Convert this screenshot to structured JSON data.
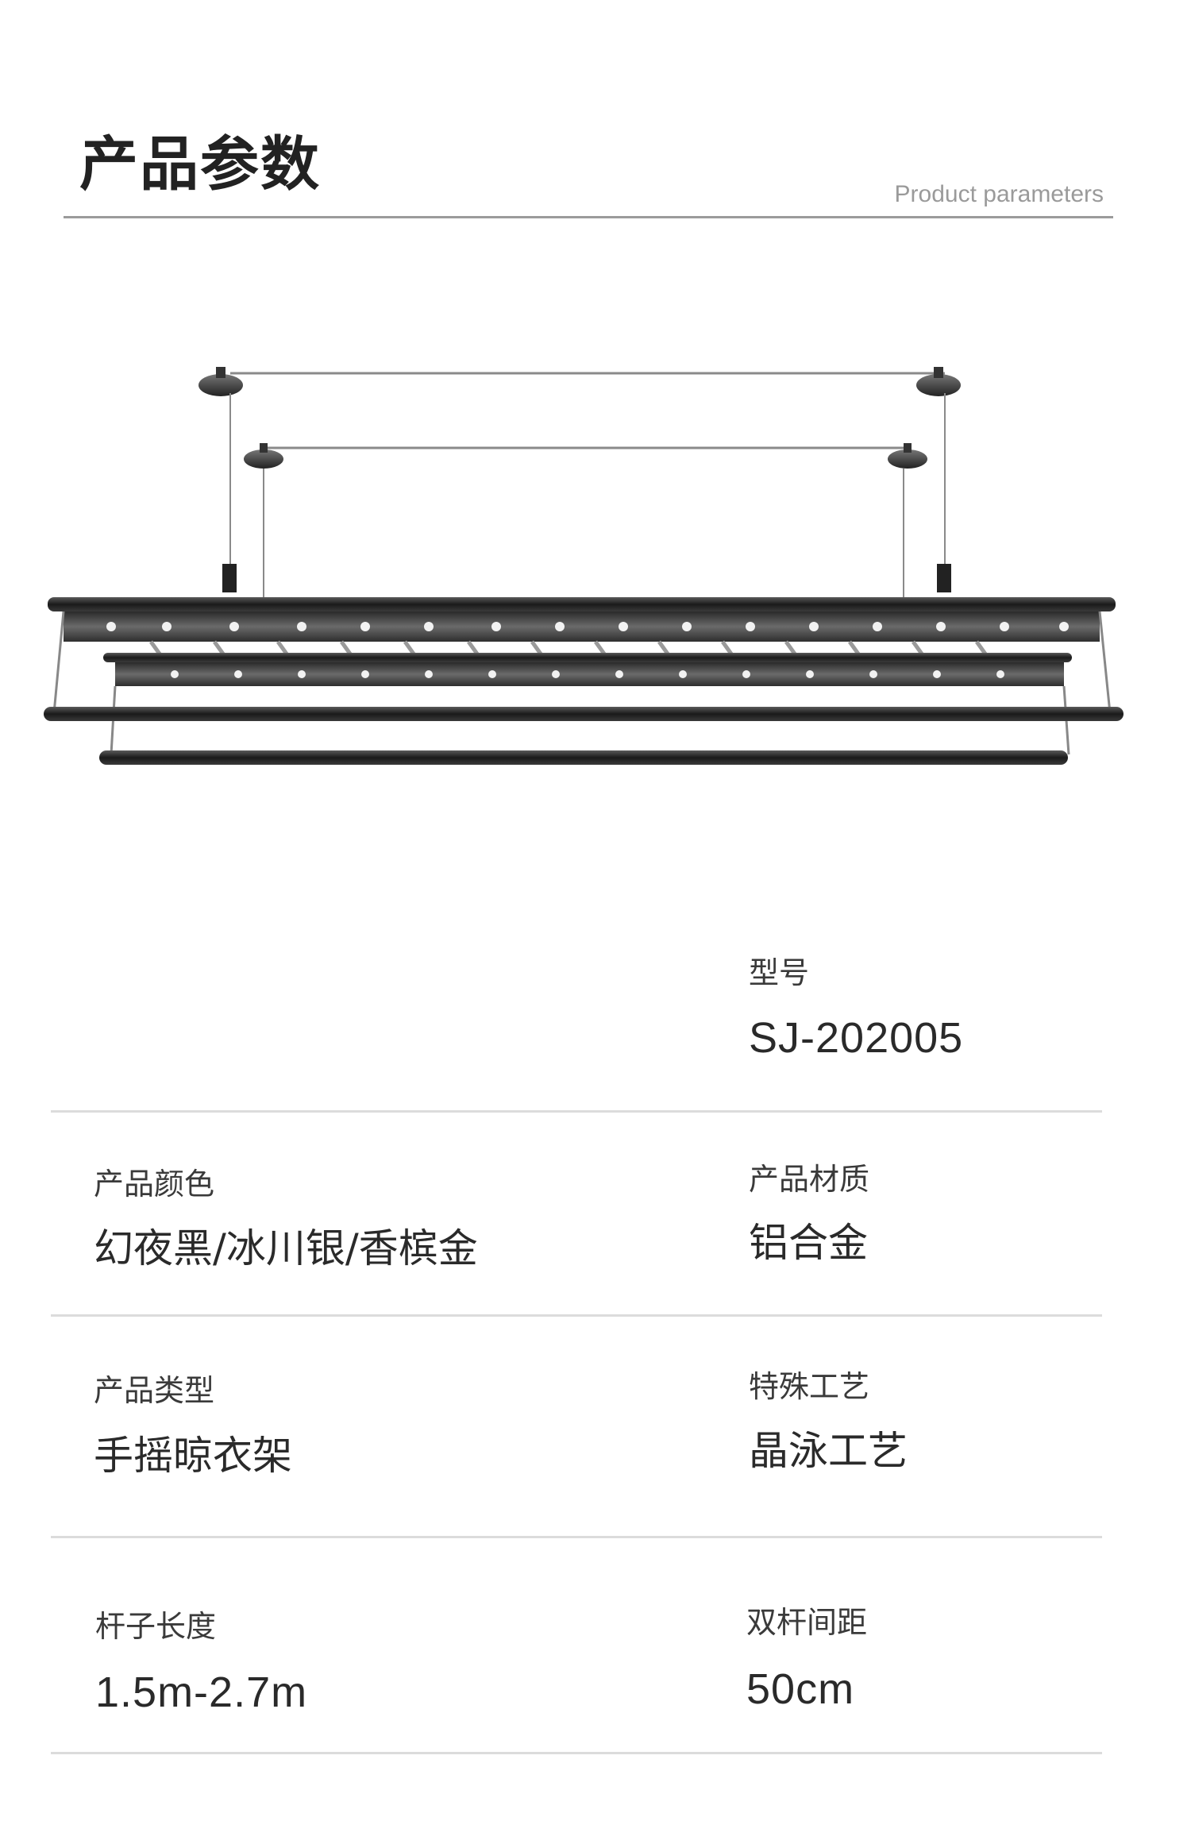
{
  "header": {
    "title": "产品参数",
    "subtitle": "Product parameters"
  },
  "specs": {
    "model": {
      "label": "型号",
      "value": "SJ-202005"
    },
    "color": {
      "label": "产品颜色",
      "value": "幻夜黑/冰川银/香槟金"
    },
    "material": {
      "label": "产品材质",
      "value": "铝合金"
    },
    "type": {
      "label": "产品类型",
      "value": "手摇晾衣架"
    },
    "craft": {
      "label": "特殊工艺",
      "value": "晶泳工艺"
    },
    "rod_length": {
      "label": "杆子长度",
      "value": "1.5m-2.7m"
    },
    "rod_spacing": {
      "label": "双杆间距",
      "value": "50cm"
    }
  },
  "colors": {
    "rack_dark": "#1e1e1e",
    "rack_panel": "#3c3c3c",
    "rule": "#dcdcdc"
  }
}
